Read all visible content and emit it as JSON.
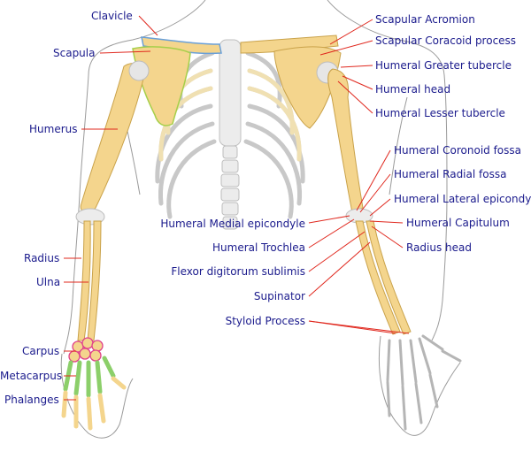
{
  "diagram": {
    "labels_left": {
      "clavicle": "Clavicle",
      "scapula": "Scapula",
      "humerus": "Humerus",
      "radius": "Radius",
      "ulna": "Ulna",
      "carpus": "Carpus",
      "metacarpus": "Metacarpus",
      "phalanges": "Phalanges"
    },
    "labels_middle": {
      "humeral_medial_epicondyle": "Humeral Medial epicondyle",
      "humeral_trochlea": "Humeral Trochlea",
      "flexor_digitorum_sublimis": "Flexor digitorum sublimis",
      "supinator": "Supinator",
      "styloid_process": "Styloid Process"
    },
    "labels_right": {
      "scapular_acromion": "Scapular Acromion",
      "scapular_coracoid_process": "Scapular Coracoid process",
      "humeral_greater_tubercle": "Humeral Greater tubercle",
      "humeral_head": "Humeral head",
      "humeral_lesser_tubercle": "Humeral Lesser tubercle",
      "humeral_coronoid_fossa": "Humeral Coronoid fossa",
      "humeral_radial_fossa": "Humeral Radial fossa",
      "humeral_lateral_epicondyle": "Humeral Lateral epicondyle",
      "humeral_capitulum": "Humeral Capitulum",
      "radius_head": "Radius head"
    },
    "colors": {
      "label_text": "#1a1a8c",
      "leader_line": "#e0281e",
      "bone_fill": "#f4d58d",
      "bone_stroke": "#c9a24a",
      "ribcage": "#d8d8d8",
      "body_outline": "#9a9a9a",
      "carpus_highlight": "#e0408a",
      "metacarpus_highlight": "#8ccf6a",
      "clavicle_highlight": "#6aa0d8",
      "scapula_highlight": "#a6cf4a"
    }
  }
}
